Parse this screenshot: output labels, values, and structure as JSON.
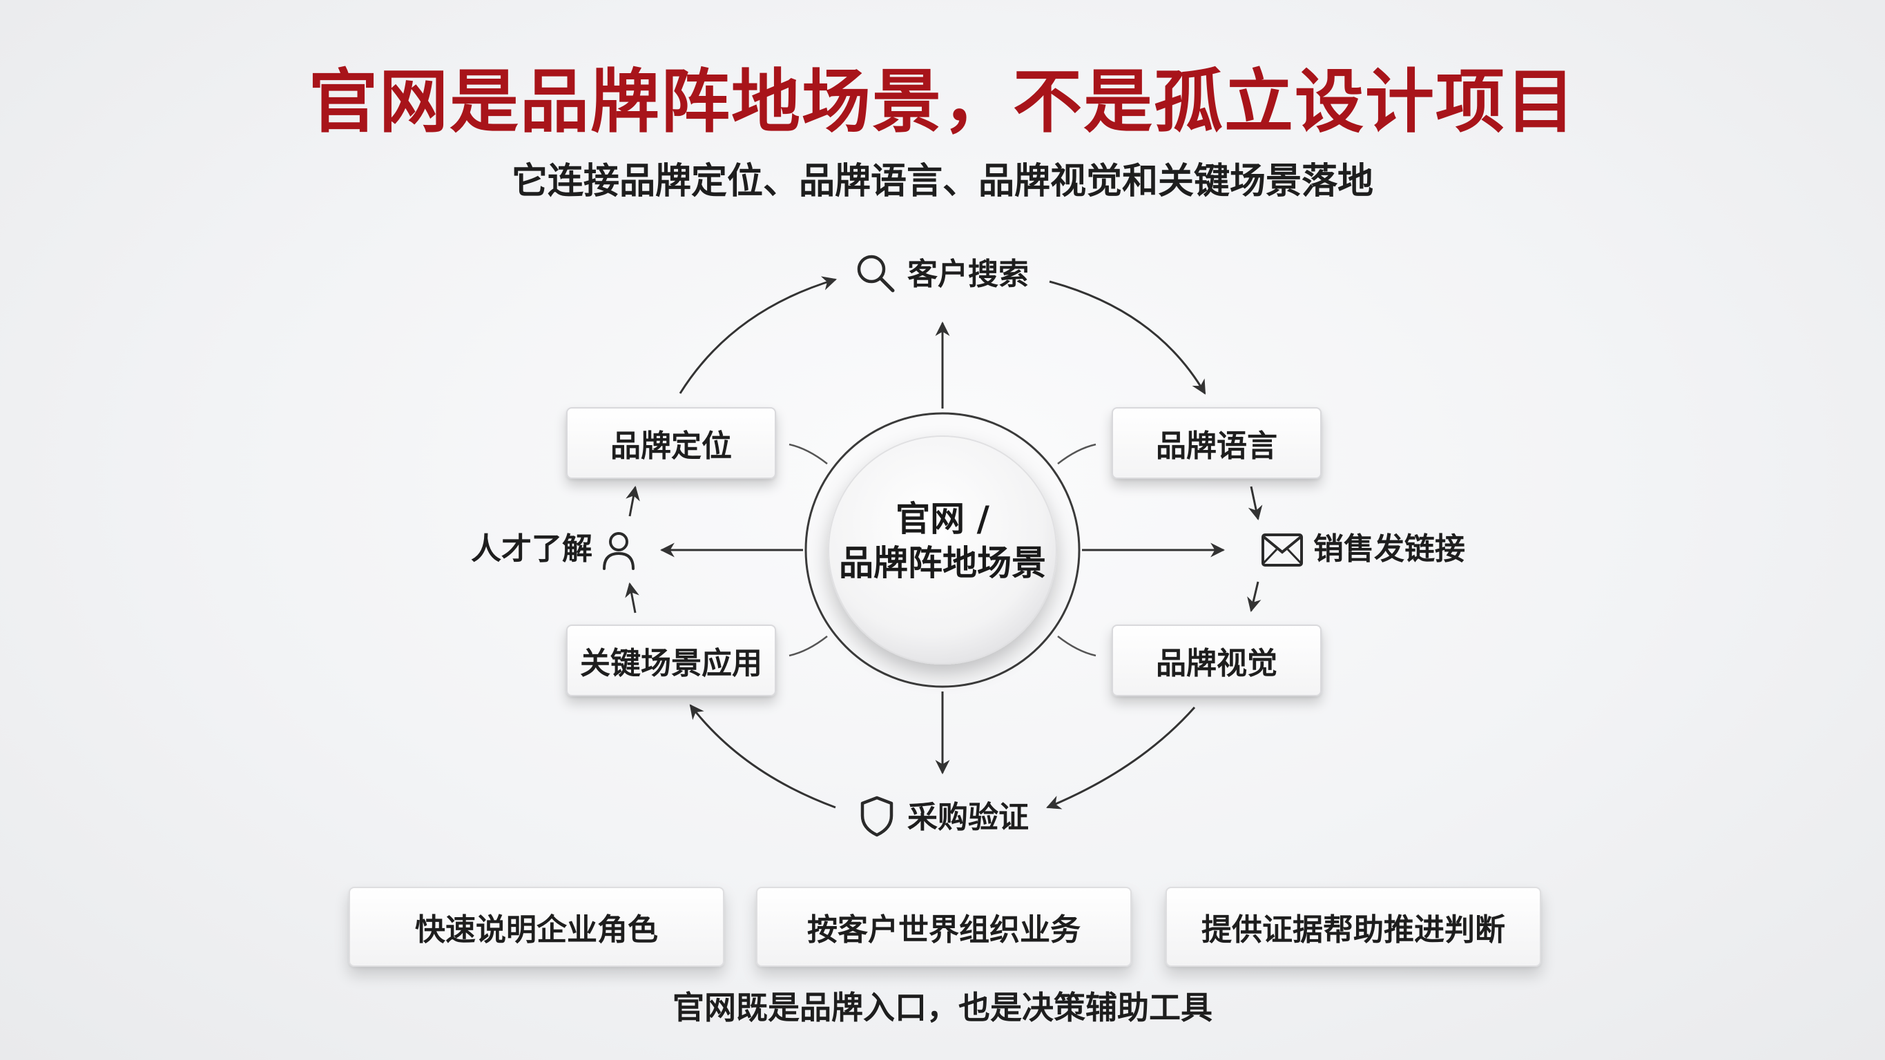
{
  "header": {
    "title": "官网是品牌阵地场景，不是孤立设计项目",
    "subtitle": "它连接品牌定位、品牌语言、品牌视觉和关键场景落地"
  },
  "center": {
    "line1": "官网 /",
    "line2": "品牌阵地场景"
  },
  "nodes": {
    "positioning": "品牌定位",
    "language": "品牌语言",
    "visual": "品牌视觉",
    "scenario": "关键场景应用"
  },
  "touchpoints": {
    "search": {
      "label": "客户搜索",
      "icon": "search-icon"
    },
    "sales": {
      "label": "销售发链接",
      "icon": "mail-icon"
    },
    "procurement": {
      "label": "采购验证",
      "icon": "shield-icon"
    },
    "talent": {
      "label": "人才了解",
      "icon": "person-icon"
    }
  },
  "bottom": {
    "items": [
      "快速说明企业角色",
      "按客户世界组织业务",
      "提供证据帮助推进判断"
    ],
    "footer": "官网既是品牌入口，也是决策辅助工具"
  },
  "colors": {
    "title": "#a8141a",
    "text": "#1e1e1e",
    "line": "#3a3a3a"
  }
}
